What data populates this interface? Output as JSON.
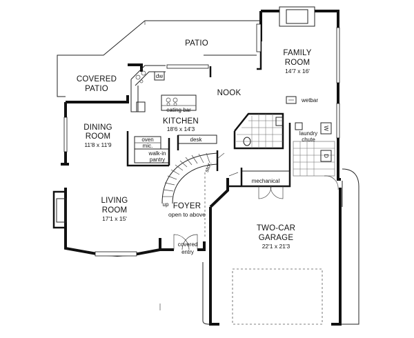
{
  "rooms": {
    "patio": "PATIO",
    "family_room": [
      "FAMILY",
      "ROOM"
    ],
    "family_room_dim": "14'7 x 16'",
    "covered_patio": [
      "COVERED",
      "PATIO"
    ],
    "nook": "NOOK",
    "dining_room": [
      "DINING",
      "ROOM"
    ],
    "dining_room_dim": "11'8 x 11'9",
    "kitchen": "KITCHEN",
    "kitchen_dim": "18'6 x 14'3",
    "living_room": [
      "LIVING",
      "ROOM"
    ],
    "living_room_dim": "17'1 x 15'",
    "foyer": "FOYER",
    "foyer_note": "open to above",
    "garage": [
      "TWO-CAR",
      "GARAGE"
    ],
    "garage_dim": "22'1 x 21'3"
  },
  "fixtures": {
    "dw": "dw",
    "eating_bar": "eating bar",
    "wetbar": "wetbar",
    "laundry_chute": [
      "laundry",
      "chute"
    ],
    "oven_mic": [
      "oven",
      "mic."
    ],
    "walk_in_pantry": [
      "walk-in",
      "pantry"
    ],
    "desk": "desk",
    "mechanical": "mechanical",
    "stor": "stor.",
    "up": "up",
    "covered_entry": [
      "covered",
      "entry"
    ],
    "washer": "W",
    "dryer": "D"
  }
}
